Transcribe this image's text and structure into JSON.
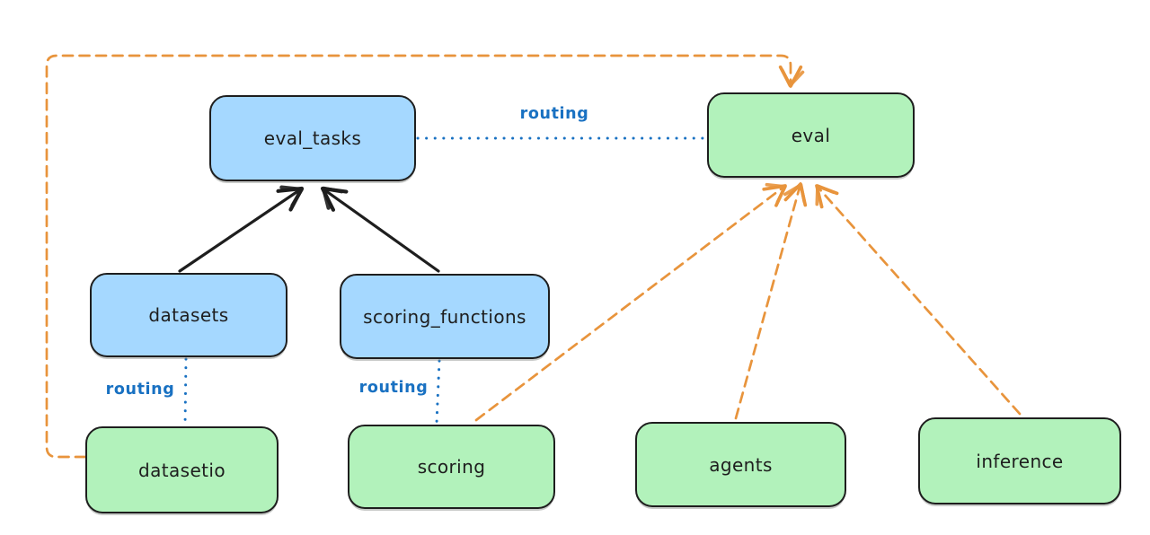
{
  "diagram": {
    "title": "api-routing-diagram",
    "colors": {
      "node_blue": "#a5d8ff",
      "node_green": "#b2f2bb",
      "stroke": "#1e1e1e",
      "routing_blue": "#1971c2",
      "orange": "#e8943c"
    },
    "nodes": {
      "eval_tasks": {
        "label": "eval_tasks",
        "kind": "blue"
      },
      "eval": {
        "label": "eval",
        "kind": "green"
      },
      "datasets": {
        "label": "datasets",
        "kind": "blue"
      },
      "scoring_functions": {
        "label": "scoring_functions",
        "kind": "blue"
      },
      "datasetio": {
        "label": "datasetio",
        "kind": "green"
      },
      "scoring": {
        "label": "scoring",
        "kind": "green"
      },
      "agents": {
        "label": "agents",
        "kind": "green"
      },
      "inference": {
        "label": "inference",
        "kind": "green"
      }
    },
    "edge_labels": {
      "routing_top": "routing",
      "routing_left": "routing",
      "routing_mid": "routing"
    },
    "edges": [
      {
        "from": "datasets",
        "to": "eval_tasks",
        "style": "solid-black-arrow"
      },
      {
        "from": "scoring_functions",
        "to": "eval_tasks",
        "style": "solid-black-arrow"
      },
      {
        "from": "eval_tasks",
        "to": "eval",
        "style": "blue-dotted",
        "label": "routing"
      },
      {
        "from": "datasets",
        "to": "datasetio",
        "style": "blue-dotted",
        "label": "routing"
      },
      {
        "from": "scoring_functions",
        "to": "scoring",
        "style": "blue-dotted",
        "label": "routing"
      },
      {
        "from": "datasetio",
        "to": "eval",
        "style": "orange-dashed-arrow",
        "route": "left-top-loop"
      },
      {
        "from": "scoring",
        "to": "eval",
        "style": "orange-dashed-arrow"
      },
      {
        "from": "agents",
        "to": "eval",
        "style": "orange-dashed-arrow"
      },
      {
        "from": "inference",
        "to": "eval",
        "style": "orange-dashed-arrow"
      }
    ]
  }
}
